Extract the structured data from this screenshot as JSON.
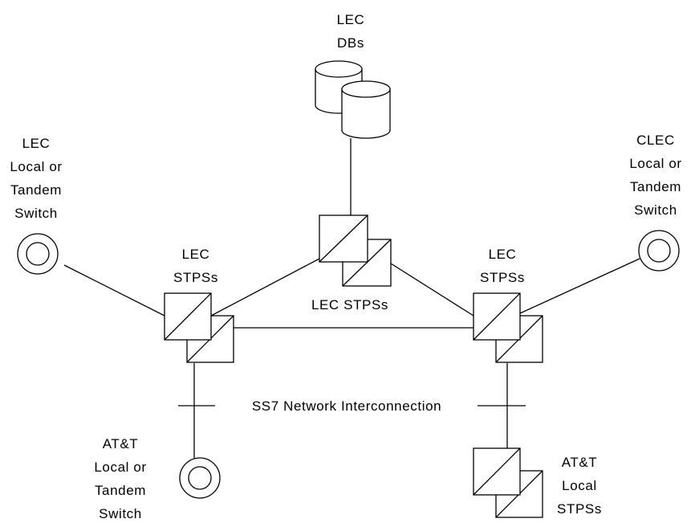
{
  "labels": {
    "lec_dbs": [
      "LEC",
      "DBs"
    ],
    "lec_switch": [
      "LEC",
      "Local or",
      "Tandem",
      "Switch"
    ],
    "clec_switch": [
      "CLEC",
      "Local or",
      "Tandem",
      "Switch"
    ],
    "lec_stps_left": [
      "LEC",
      "STPSs"
    ],
    "lec_stps_right": [
      "LEC",
      "STPSs"
    ],
    "lec_stps_center": "LEC STPSs",
    "interconnection": "SS7 Network Interconnection",
    "att_switch": [
      "AT&T",
      "Local or",
      "Tandem",
      "Switch"
    ],
    "att_stps": [
      "AT&T",
      "Local",
      "STPSs"
    ]
  },
  "icons": {
    "switch": "double-circle-icon",
    "stp_pair": "stp-pair-icon",
    "database": "database-cylinders-icon"
  }
}
